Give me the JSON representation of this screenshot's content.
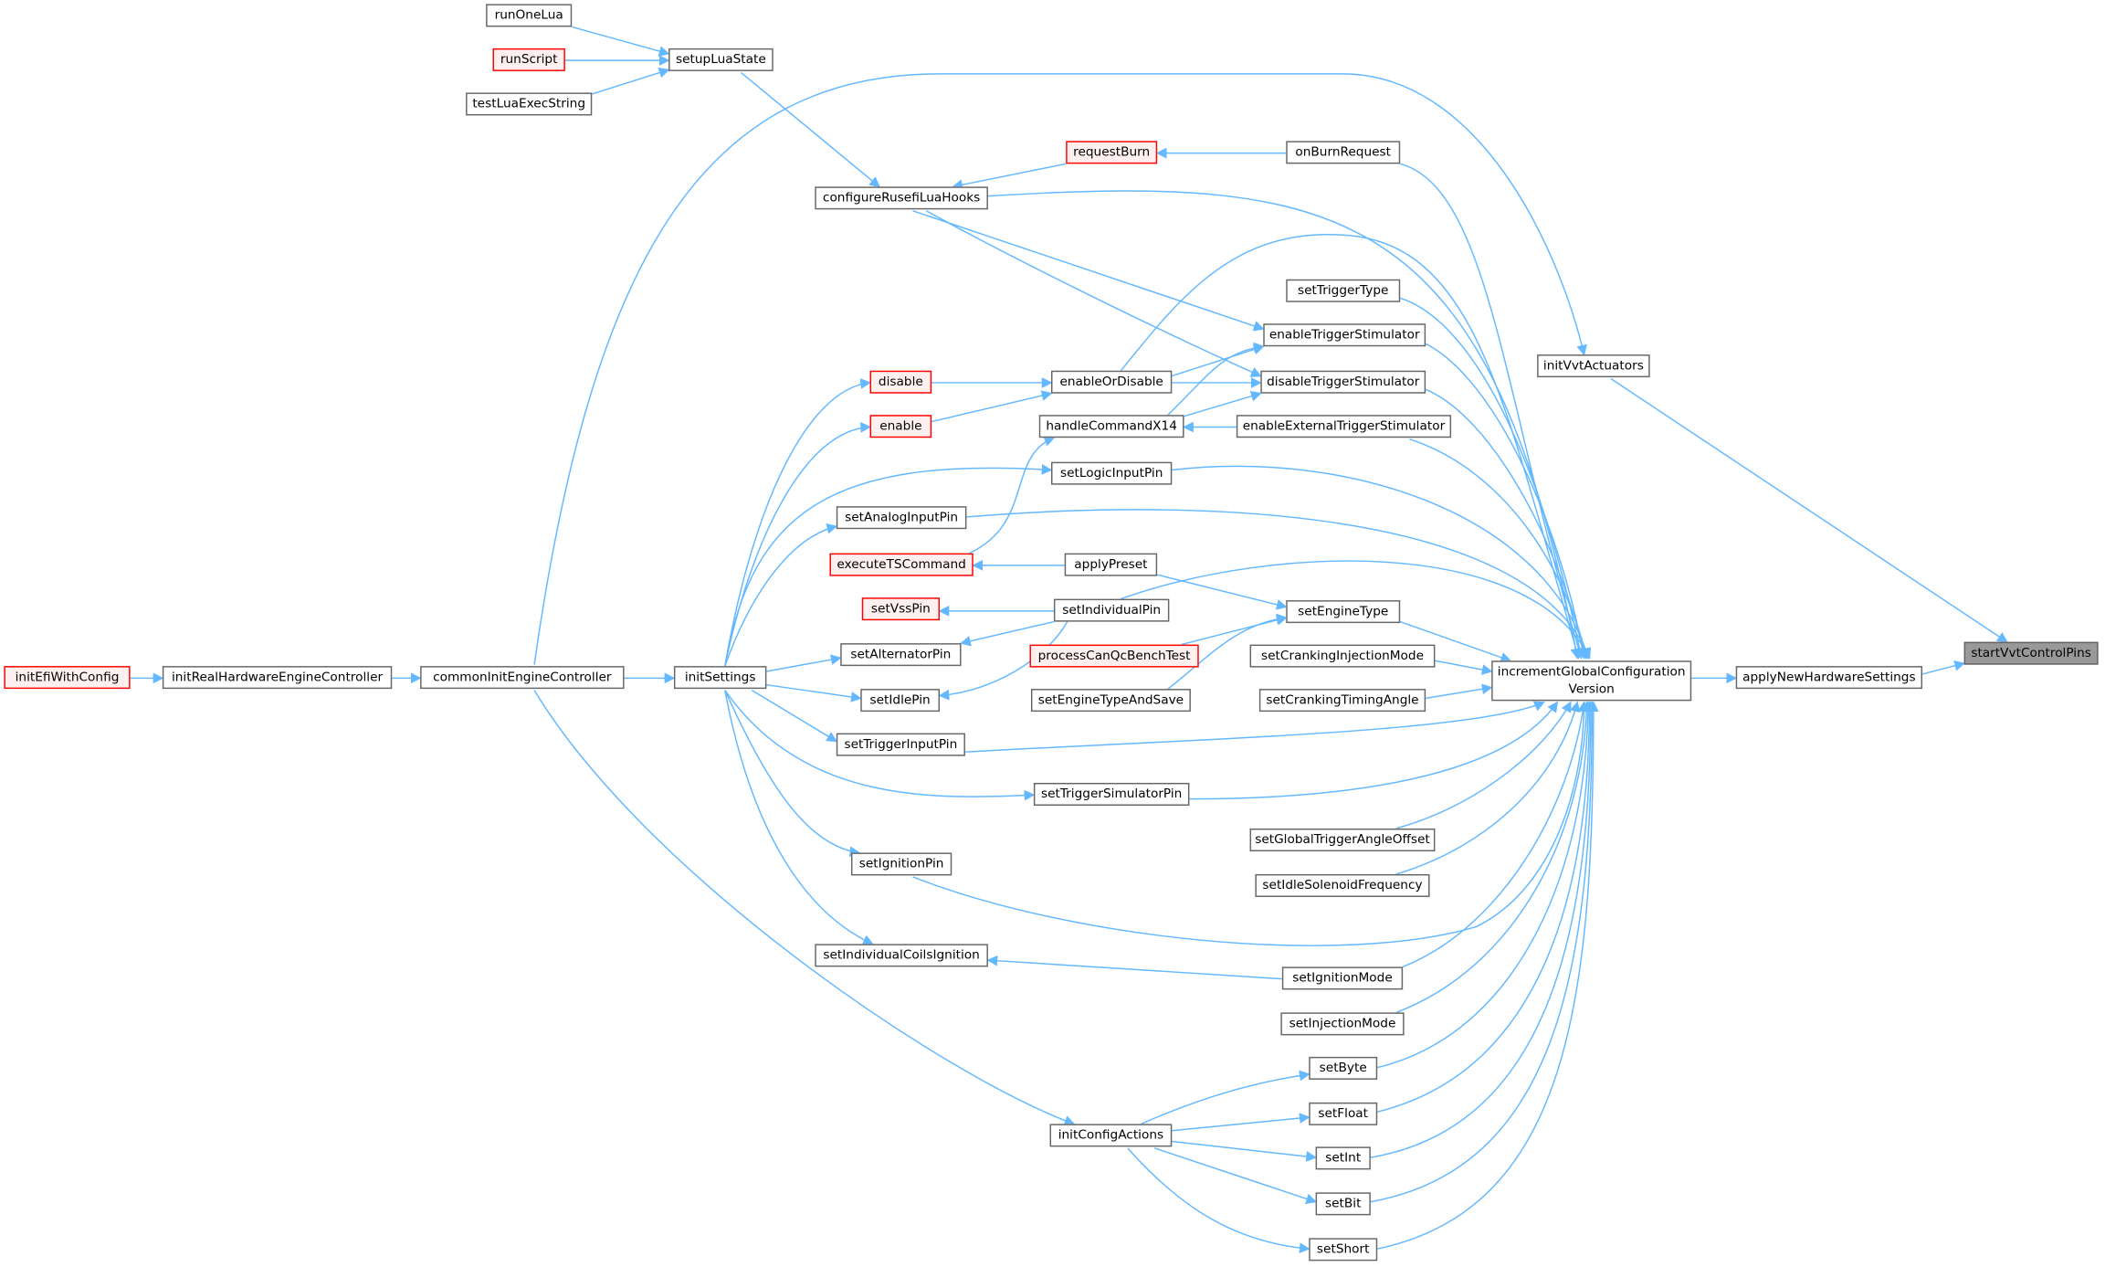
{
  "graph": {
    "title": "startVvtControlPins caller graph",
    "nodes": {
      "runOneLua": "runOneLua",
      "runScript": "runScript",
      "testLuaExecString": "testLuaExecString",
      "setupLuaState": "setupLuaState",
      "configureRusefiLuaHooks": "configureRusefiLuaHooks",
      "requestBurn": "requestBurn",
      "onBurnRequest": "onBurnRequest",
      "setTriggerType": "setTriggerType",
      "enableTriggerStimulator": "enableTriggerStimulator",
      "initVvtActuators": "initVvtActuators",
      "disableTriggerStimulator": "disableTriggerStimulator",
      "enableOrDisable": "enableOrDisable",
      "disable": "disable",
      "enable": "enable",
      "handleCommandX14": "handleCommandX14",
      "enableExternalTriggerStimulator": "enableExternalTriggerStimulator",
      "setLogicInputPin": "setLogicInputPin",
      "setAnalogInputPin": "setAnalogInputPin",
      "executeTSCommand": "executeTSCommand",
      "applyPreset": "applyPreset",
      "setVssPin": "setVssPin",
      "setIndividualPin": "setIndividualPin",
      "setEngineType": "setEngineType",
      "processCanQcBenchTest": "processCanQcBenchTest",
      "setAlternatorPin": "setAlternatorPin",
      "setCrankingInjectionMode": "setCrankingInjectionMode",
      "incrementGlobalConfigurationVersion_line1": "incrementGlobalConfiguration",
      "incrementGlobalConfigurationVersion_line2": "Version",
      "applyNewHardwareSettings": "applyNewHardwareSettings",
      "startVvtControlPins": "startVvtControlPins",
      "initEfiWithConfig": "initEfiWithConfig",
      "initRealHardwareEngineController": "initRealHardwareEngineController",
      "commonInitEngineController": "commonInitEngineController",
      "initSettings": "initSettings",
      "setIdlePin": "setIdlePin",
      "setEngineTypeAndSave": "setEngineTypeAndSave",
      "setCrankingTimingAngle": "setCrankingTimingAngle",
      "setTriggerInputPin": "setTriggerInputPin",
      "setTriggerSimulatorPin": "setTriggerSimulatorPin",
      "setGlobalTriggerAngleOffset": "setGlobalTriggerAngleOffset",
      "setIdleSolenoidFrequency": "setIdleSolenoidFrequency",
      "setIgnitionPin": "setIgnitionPin",
      "setIndividualCoilsIgnition": "setIndividualCoilsIgnition",
      "setIgnitionMode": "setIgnitionMode",
      "setInjectionMode": "setInjectionMode",
      "setByte": "setByte",
      "setFloat": "setFloat",
      "initConfigActions": "initConfigActions",
      "setInt": "setInt",
      "setBit": "setBit",
      "setShort": "setShort"
    },
    "colors": {
      "edge": "#63b8ff",
      "truncated_border": "#ff0000",
      "truncated_fill": "#fff0f0",
      "selected_fill": "#999999"
    }
  }
}
